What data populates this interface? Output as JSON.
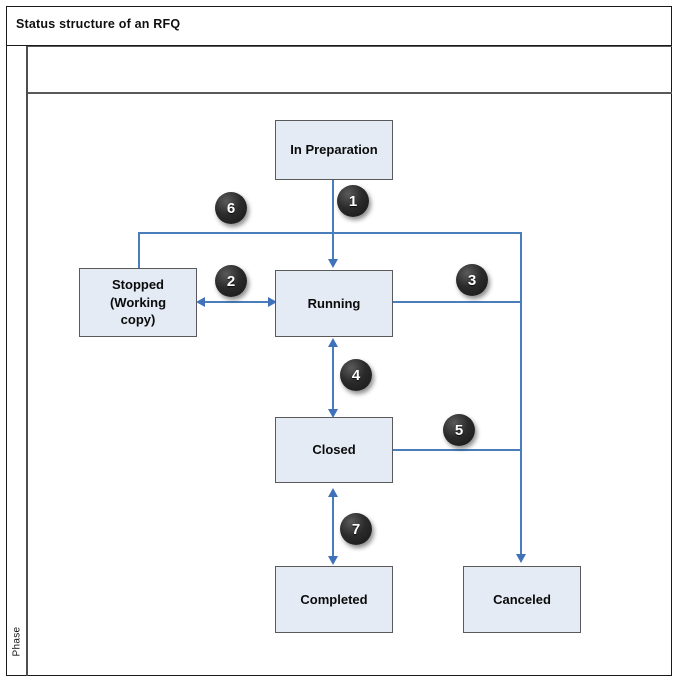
{
  "diagram": {
    "title": "Status structure of an RFQ",
    "lane_label": "Phase",
    "accent_color": "#4a7ebb",
    "node_fill": "#e4ebf5",
    "node_border": "#5a5a5a",
    "badge_color": "#1d1d1d",
    "type": "state-diagram"
  },
  "nodes": [
    {
      "id": "in-preparation",
      "label": "In Preparation",
      "lines": [
        "In Preparation"
      ]
    },
    {
      "id": "stopped",
      "label": "Stopped (Working copy)",
      "lines": [
        "Stopped",
        "(Working",
        "copy)"
      ]
    },
    {
      "id": "running",
      "label": "Running",
      "lines": [
        "Running"
      ]
    },
    {
      "id": "closed",
      "label": "Closed",
      "lines": [
        "Closed"
      ]
    },
    {
      "id": "completed",
      "label": "Completed",
      "lines": [
        "Completed"
      ]
    },
    {
      "id": "canceled",
      "label": "Canceled",
      "lines": [
        "Canceled"
      ]
    }
  ],
  "transitions": [
    {
      "number": "1",
      "from": "in-preparation",
      "to": "running",
      "direction": "one-way"
    },
    {
      "number": "2",
      "from": "stopped",
      "to": "running",
      "direction": "two-way"
    },
    {
      "number": "3",
      "from": "running",
      "to": "canceled",
      "direction": "one-way"
    },
    {
      "number": "4",
      "from": "running",
      "to": "closed",
      "direction": "two-way"
    },
    {
      "number": "5",
      "from": "closed",
      "to": "canceled",
      "direction": "one-way"
    },
    {
      "number": "6",
      "from": "in-preparation",
      "to": "stopped",
      "direction": "one-way"
    },
    {
      "number": "7",
      "from": "closed",
      "to": "completed",
      "direction": "two-way"
    }
  ]
}
